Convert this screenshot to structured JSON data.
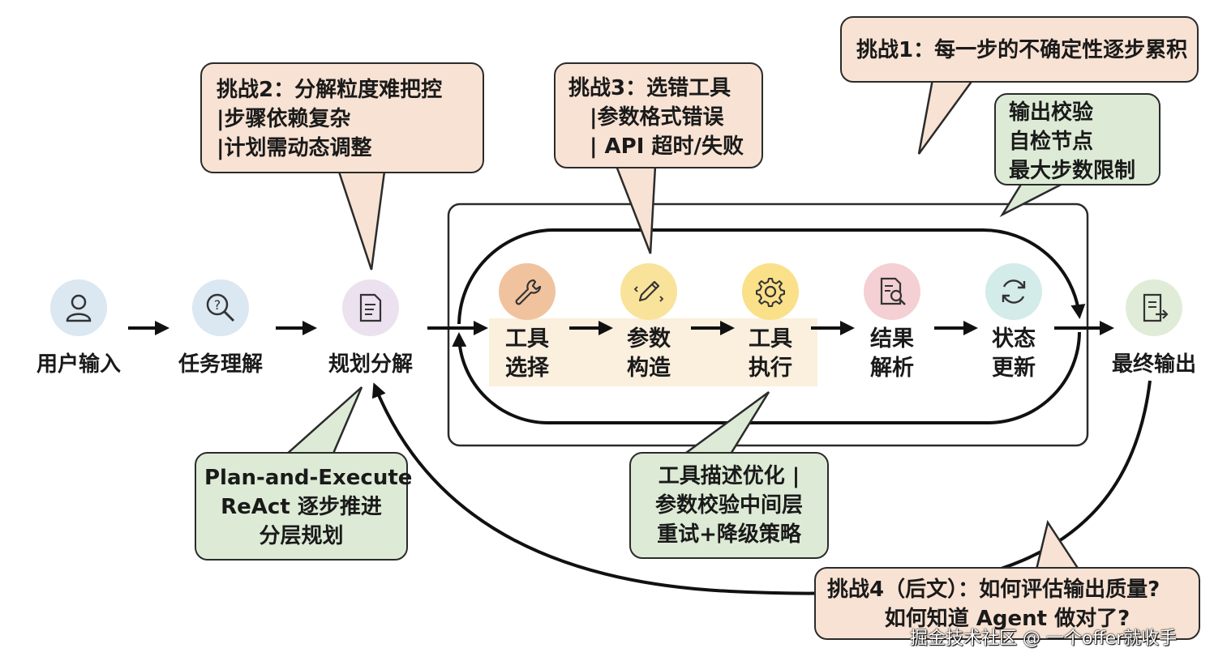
{
  "nodes": {
    "user_input": "用户输入",
    "task_understanding": "任务理解",
    "plan_decompose": "规划分解",
    "final_output": "最终输出"
  },
  "loop_steps": [
    {
      "line1": "工具",
      "line2": "选择",
      "icon": "wrench-icon"
    },
    {
      "line1": "参数",
      "line2": "构造",
      "icon": "pencil-icon"
    },
    {
      "line1": "工具",
      "line2": "执行",
      "icon": "gear-icon"
    },
    {
      "line1": "结果",
      "line2": "解析",
      "icon": "document-search-icon"
    },
    {
      "line1": "状态",
      "line2": "更新",
      "icon": "refresh-icon"
    }
  ],
  "challenges": {
    "c1": {
      "lines": [
        "挑战1：每一步的不确定性逐步累积"
      ]
    },
    "c2": {
      "lines": [
        "挑战2：分解粒度难把控",
        "|步骤依赖复杂",
        "|计划需动态调整"
      ]
    },
    "c3": {
      "lines": [
        "挑战3：选错工具",
        "|参数格式错误",
        "| API 超时/失败"
      ]
    },
    "c4": {
      "lines": [
        "挑战4（后文）：如何评估输出质量?",
        "如何知道 Agent 做对了?"
      ]
    }
  },
  "solutions": {
    "s1": {
      "lines": [
        "输出校验",
        "自检节点",
        "最大步数限制"
      ]
    },
    "s2": {
      "lines": [
        "Plan-and-Execute",
        "ReAct 逐步推进",
        "分层规划"
      ]
    },
    "s3": {
      "lines": [
        "工具描述优化 |",
        "参数校验中间层",
        "重试+降级策略"
      ]
    }
  },
  "watermark": "掘金技术社区 @ 一个offer就收手",
  "colors": {
    "challenge_bg": "#f8e2d3",
    "solution_bg": "#ddebd6",
    "step_highlight": "#fbefdd",
    "user_circle": "#dbe7f1",
    "task_circle": "#dbe7f1",
    "plan_circle": "#ece1ee",
    "wrench_circle": "#f0c39e",
    "pencil_circle": "#f9e39a",
    "gear_circle": "#fbe08a",
    "doc_circle": "#f4cfd3",
    "refresh_circle": "#d3ebe9",
    "output_circle": "#e0ecd8"
  }
}
